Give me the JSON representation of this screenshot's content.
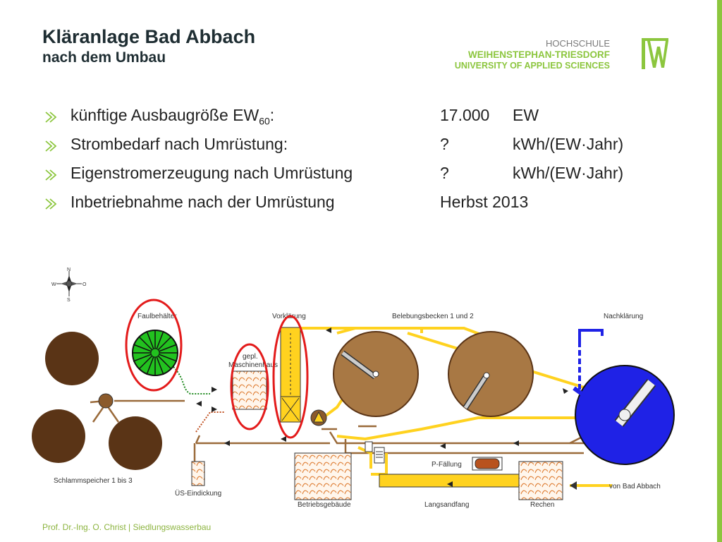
{
  "title": {
    "main": "Kläranlage Bad Abbach",
    "sub": "nach dem Umbau"
  },
  "logo": {
    "line1": "HOCHSCHULE",
    "line2": "WEIHENSTEPHAN-TRIESDORF",
    "line3": "UNIVERSITY OF APPLIED SCIENCES",
    "icon": "hw-logo-icon",
    "color": "#8cc63e"
  },
  "bullets": [
    {
      "label": "künftige Ausbaugröße EW",
      "label_sub": "60",
      "label_suffix": ":",
      "value": "17.000",
      "unit": "EW"
    },
    {
      "label": "Strombedarf nach Umrüstung:",
      "value": "?",
      "unit": "kWh/(EW·Jahr)"
    },
    {
      "label": "Eigenstromerzeugung nach Umrüstung",
      "value": "?",
      "unit": "kWh/(EW·Jahr)"
    },
    {
      "label": "Inbetriebnahme nach der Umrüstung",
      "value": "Herbst 2013",
      "unit": ""
    }
  ],
  "diagram": {
    "compass": {
      "n": "N",
      "s": "S",
      "w": "W",
      "o": "O"
    },
    "labels": {
      "faulbehaelter": "Faulbehälter",
      "vorklaerung": "Vorklärung",
      "belebungsbecken": "Belebungsbecken 1 und 2",
      "nachklaerung": "Nachklärung",
      "maschinenhaus_1": "gepl.",
      "maschinenhaus_2": "Maschinenhaus",
      "schlammspeicher": "Schlammspeicher 1 bis 3",
      "ues_eindickung": "ÜS-Eindickung",
      "betriebsgebaeude": "Betriebsgebäude",
      "langsandfang": "Langsandfang",
      "rechen": "Rechen",
      "p_faellung": "P-Fällung",
      "von_bad_abbach": "von Bad Abbach"
    },
    "colors": {
      "brown": "#8b5a2b",
      "dark_brown": "#5a3416",
      "yellow": "#ffd21f",
      "blue": "#1f22e6",
      "green": "#22c21f",
      "highlight": "#e31b1b",
      "pipe": "#9a6a3a"
    }
  },
  "footer": {
    "text": "Prof. Dr.-Ing. O. Christ | Siedlungswasserbau"
  }
}
